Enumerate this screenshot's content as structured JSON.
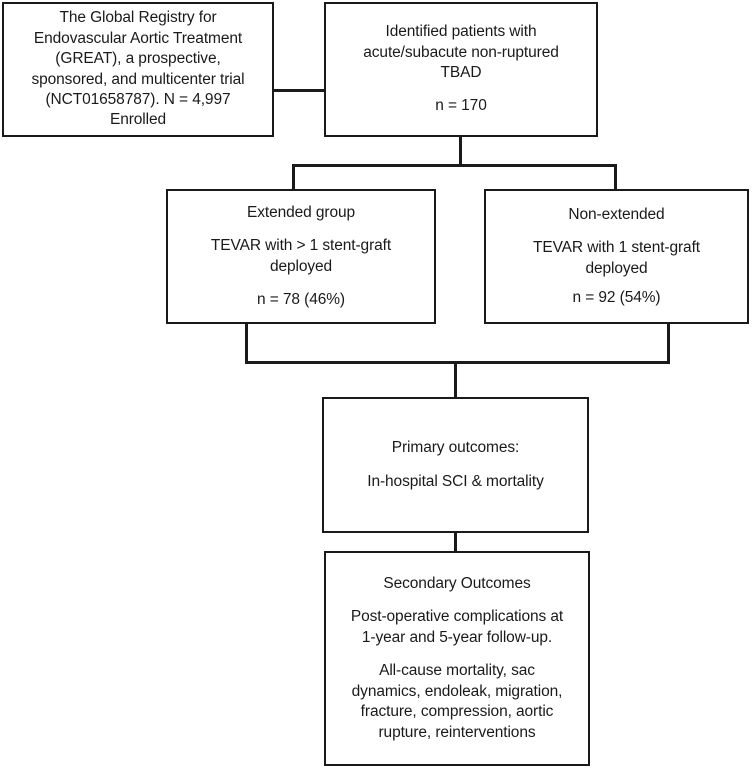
{
  "diagram": {
    "title": "GREAT registry TBAD study flow diagram",
    "accent_color": "#1a1a1a",
    "background_color": "#ffffff"
  },
  "nodes": {
    "great": {
      "text": "The Global Registry for\nEndovascular Aortic Treatment\n(GREAT), a prospective,\nsponsored, and multicenter trial\n(NCT01658787). N = 4,997\nEnrolled"
    },
    "identified": {
      "line1": "Identified patients with\nacute/subacute non-ruptured\nTBAD",
      "line2": "n = 170"
    },
    "extended": {
      "heading": "Extended group",
      "body": "TEVAR with > 1 stent-graft\ndeployed",
      "count": "n = 78 (46%)"
    },
    "non_extended": {
      "heading": "Non-extended",
      "body": "TEVAR with 1 stent-graft\ndeployed",
      "count": "n = 92 (54%)"
    },
    "primary_outcomes": {
      "heading": "Primary outcomes:",
      "body": "In-hospital SCI & mortality"
    },
    "secondary_outcomes": {
      "heading": "Secondary Outcomes",
      "body1": "Post-operative complications at\n1-year and 5-year follow-up.",
      "body2": "All-cause mortality, sac\ndynamics, endoleak, migration,\nfracture, compression, aortic\nrupture, reinterventions"
    }
  },
  "connectors": [
    {
      "name": "great-to-identified",
      "from": "great",
      "to": "identified",
      "style": "horizontal"
    },
    {
      "name": "identified-to-groups",
      "from": "identified",
      "to": [
        "extended",
        "non_extended"
      ],
      "style": "split"
    },
    {
      "name": "groups-to-primary",
      "from": [
        "extended",
        "non_extended"
      ],
      "to": "primary_outcomes",
      "style": "merge"
    },
    {
      "name": "primary-to-secondary",
      "from": "primary_outcomes",
      "to": "secondary_outcomes",
      "style": "vertical"
    }
  ]
}
